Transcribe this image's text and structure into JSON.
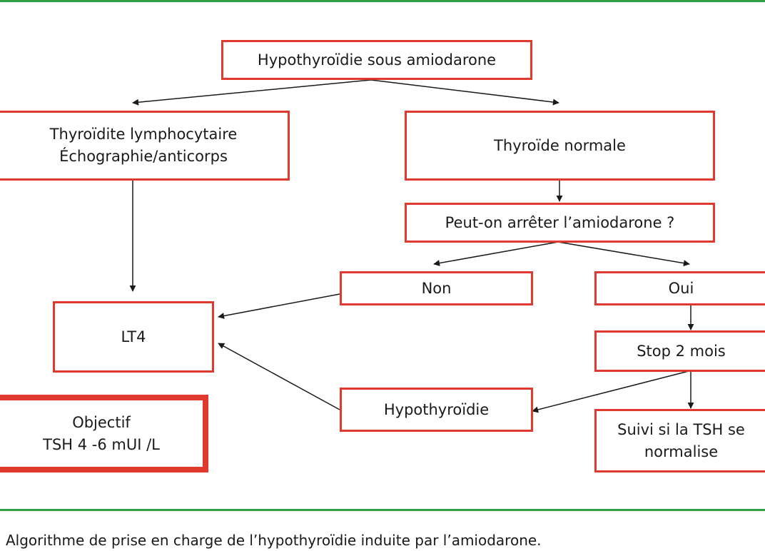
{
  "diagram": {
    "nodes": {
      "root": [
        "Hypothyroïdie sous amiodarone"
      ],
      "lymphocytaire": [
        "Thyroïdite lymphocytaire",
        "Échographie/anticorps"
      ],
      "normale": [
        "Thyroïde normale"
      ],
      "arreter": [
        "Peut-on arrêter l’amiodarone ?"
      ],
      "non": [
        "Non"
      ],
      "oui": [
        "Oui"
      ],
      "lt4": [
        "LT4"
      ],
      "stop": [
        "Stop 2 mois"
      ],
      "objectif": [
        "Objectif",
        "TSH 4 -6 mUI /L"
      ],
      "hypo": [
        "Hypothyroïdie"
      ],
      "suivi": [
        "Suivi si la TSH se",
        "normalise"
      ]
    },
    "edges": [
      [
        "root",
        "lymphocytaire"
      ],
      [
        "root",
        "normale"
      ],
      [
        "normale",
        "arreter"
      ],
      [
        "lymphocytaire",
        "lt4"
      ],
      [
        "arreter",
        "non"
      ],
      [
        "arreter",
        "oui"
      ],
      [
        "non",
        "lt4"
      ],
      [
        "oui",
        "stop"
      ],
      [
        "stop",
        "hypo"
      ],
      [
        "stop",
        "suivi"
      ],
      [
        "hypo",
        "lt4"
      ]
    ]
  },
  "caption": "Algorithme de prise en charge de l’hypothyroïdie induite par l’amiodarone.",
  "colors": {
    "box_border": "#e03a2f",
    "rule": "#2f9e44",
    "arrow": "#1a1a1a"
  }
}
